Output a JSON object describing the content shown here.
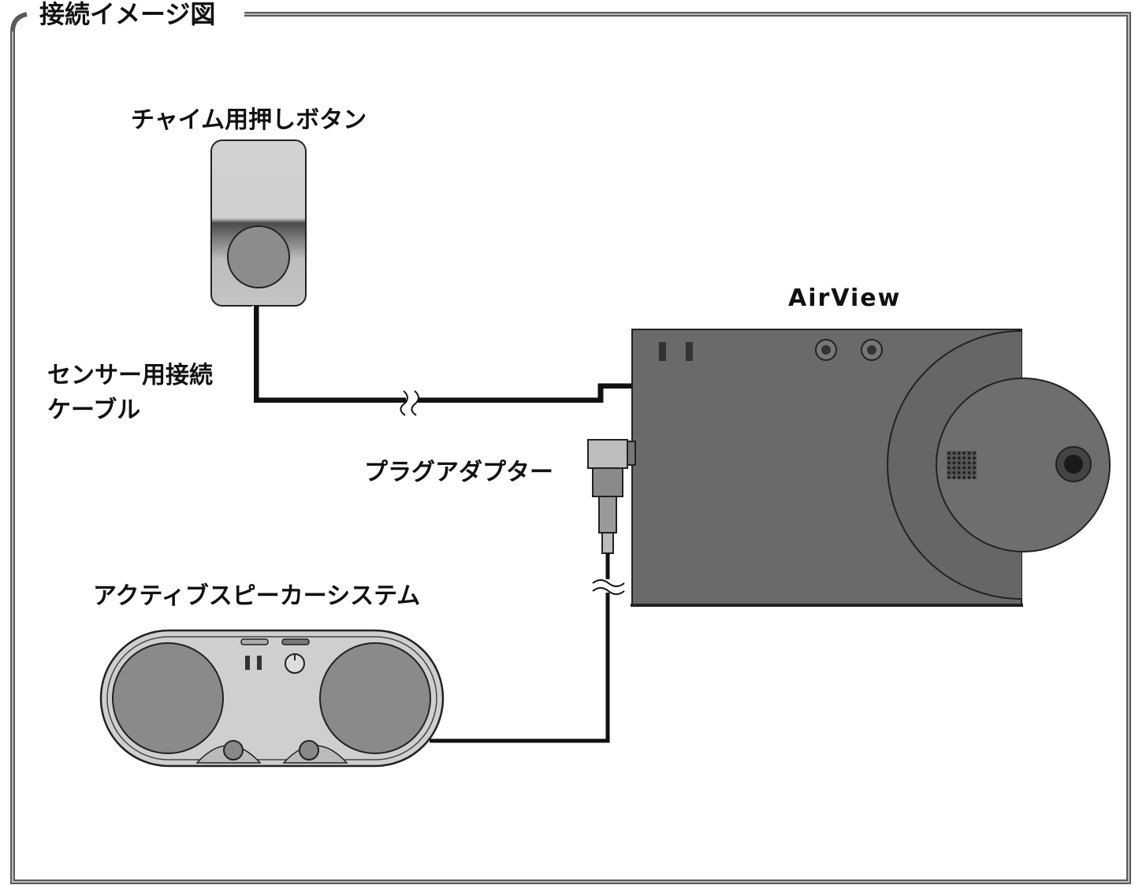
{
  "title": "接続イメージ図",
  "labels": {
    "chime_button": "チャイム用押しボタン",
    "airview": "AirView",
    "sensor_cable_line1": "センサー用接続",
    "sensor_cable_line2": "ケーブル",
    "plug_adapter": "プラグアダプター",
    "speaker_system": "アクティブスピーカーシステム"
  },
  "colors": {
    "frame": "#555555",
    "device_body": "#6a6a6a",
    "button_light": "#c8c8c8",
    "speaker_body": "#cfcfcf",
    "speaker_cone": "#8a8a8a"
  }
}
